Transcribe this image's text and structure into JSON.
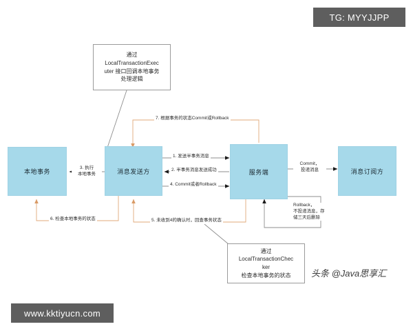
{
  "diagram": {
    "title_hidden": "",
    "colors": {
      "node_fill": "#a6d9ea",
      "node_border": "#9fd2e4",
      "callout_border": "#9a9a9a",
      "wire_gray": "#8d8d8d",
      "wire_orange": "#e0a87a",
      "arrow_dark": "#1a1a1a",
      "watermark_bg": "#5e5e5e"
    },
    "nodes": [
      {
        "id": "local-transaction",
        "label": "本地事务"
      },
      {
        "id": "message-sender",
        "label": "消息发送方"
      },
      {
        "id": "server",
        "label": "服务端"
      },
      {
        "id": "message-subscriber",
        "label": "消息订阅方"
      }
    ],
    "callouts": [
      {
        "id": "local-transaction-executer",
        "lines": [
          "通过",
          "LocalTransactionExec",
          "uter 接口回调本地事务",
          "处理逻辑"
        ]
      },
      {
        "id": "local-transaction-checker",
        "lines": [
          "通过",
          "LocalTransactionChec",
          "ker",
          "检查本地事务的状态"
        ]
      }
    ],
    "edges": [
      {
        "id": "edge-1",
        "label": "1. 发送半事务消息"
      },
      {
        "id": "edge-2",
        "label": "2. 半事务消息发送成功"
      },
      {
        "id": "edge-3",
        "lines": [
          "3. 执行",
          "本地事务"
        ]
      },
      {
        "id": "edge-4",
        "label": "4. Commit或者Rollback"
      },
      {
        "id": "edge-5",
        "label": "5. 未收到4的确认时，回查事务状态"
      },
      {
        "id": "edge-6",
        "label": "6. 检查本地事务的状态"
      },
      {
        "id": "edge-7",
        "label": "7. 根据事务的状态Commit或Rollback"
      },
      {
        "id": "edge-commit",
        "lines": [
          "Commit，",
          "投递消息"
        ]
      },
      {
        "id": "edge-rollback",
        "lines": [
          "Rollback，",
          "不投递消息，存",
          "储三天后删除"
        ]
      }
    ]
  },
  "watermarks": {
    "top_right": "TG: MYYJJPP",
    "bottom_left": "www.kktiyucn.com",
    "credit": "头条 @Java思享汇"
  }
}
